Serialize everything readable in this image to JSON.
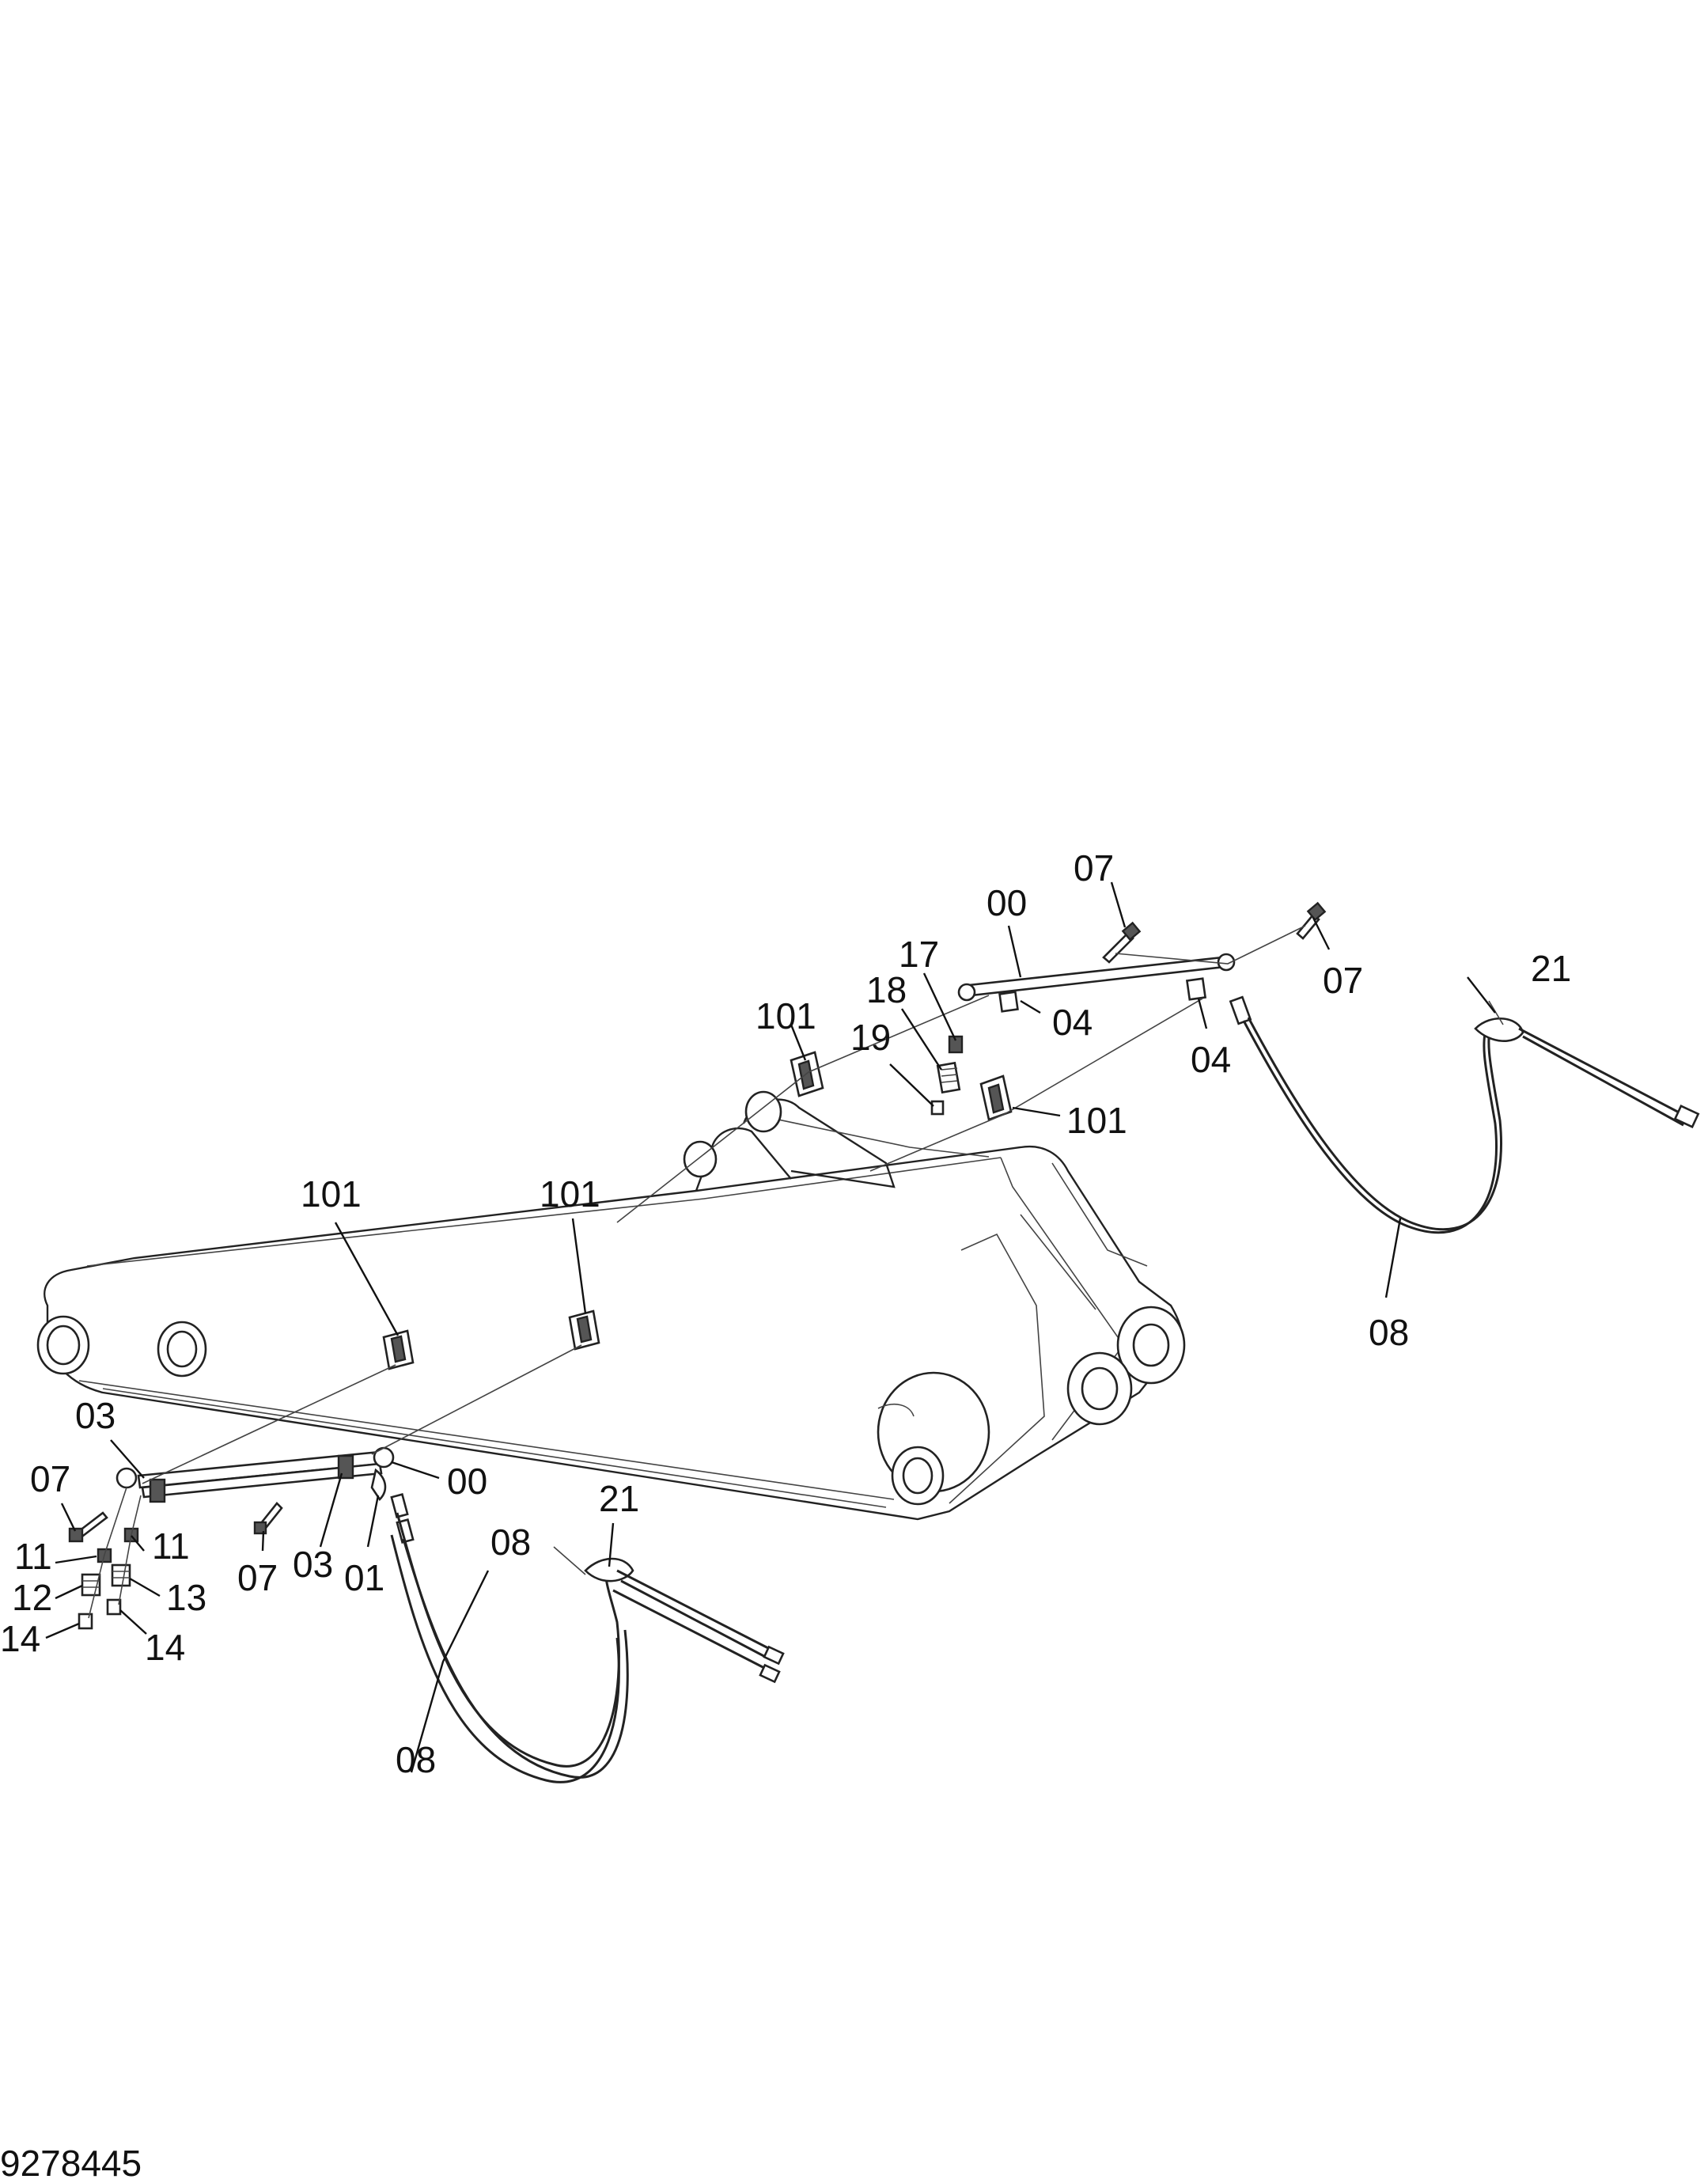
{
  "drawing_number": "9278445",
  "callouts": {
    "c00_top": "00",
    "c00_bottom": "00",
    "c01": "01",
    "c03_upper": "03",
    "c03_lower": "03",
    "c04_left": "04",
    "c04_right": "04",
    "c07_top": "07",
    "c07_right": "07",
    "c07_left": "07",
    "c07_mid": "07",
    "c08_right": "08",
    "c08_upper": "08",
    "c08_lower": "08",
    "c11_left": "11",
    "c11_right": "11",
    "c12": "12",
    "c13": "13",
    "c14_left": "14",
    "c14_right": "14",
    "c17": "17",
    "c18": "18",
    "c19": "19",
    "c21_right": "21",
    "c21_bottom": "21",
    "c101_top": "101",
    "c101_topright": "101",
    "c101_left": "101",
    "c101_mid": "101"
  }
}
